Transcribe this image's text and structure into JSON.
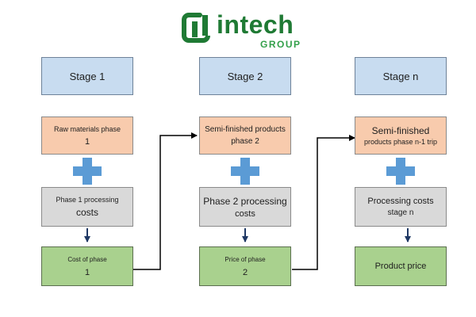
{
  "logo": {
    "name": "intech",
    "group": "GROUP"
  },
  "columns": [
    {
      "stage": "Stage 1",
      "phase_line1": "Raw materials phase",
      "phase_line2": "1",
      "cost_line1": "Phase 1 processing",
      "cost_line2": "costs",
      "price_line1": "Cost of phase",
      "price_line2": "1"
    },
    {
      "stage": "Stage 2",
      "phase_line1": "Semi-finished products",
      "phase_line2": "phase 2",
      "cost_line1": "Phase 2 processing",
      "cost_line2": "costs",
      "price_line1": "Price of phase",
      "price_line2": "2"
    },
    {
      "stage": "Stage n",
      "phase_line1": "Semi-finished",
      "phase_line2": "products phase n-1 trip",
      "cost_line1": "Processing costs",
      "cost_line2": "stage n",
      "price_line1": "Product price",
      "price_line2": ""
    }
  ],
  "colors": {
    "brand_green": "#1f7a34",
    "stage_fill": "#c8dcf0",
    "phase_fill": "#f8cbad",
    "cost_fill": "#d9d9d9",
    "price_fill": "#a9d18e",
    "plus_fill": "#5b9bd5",
    "arrow": "#1f3864"
  }
}
